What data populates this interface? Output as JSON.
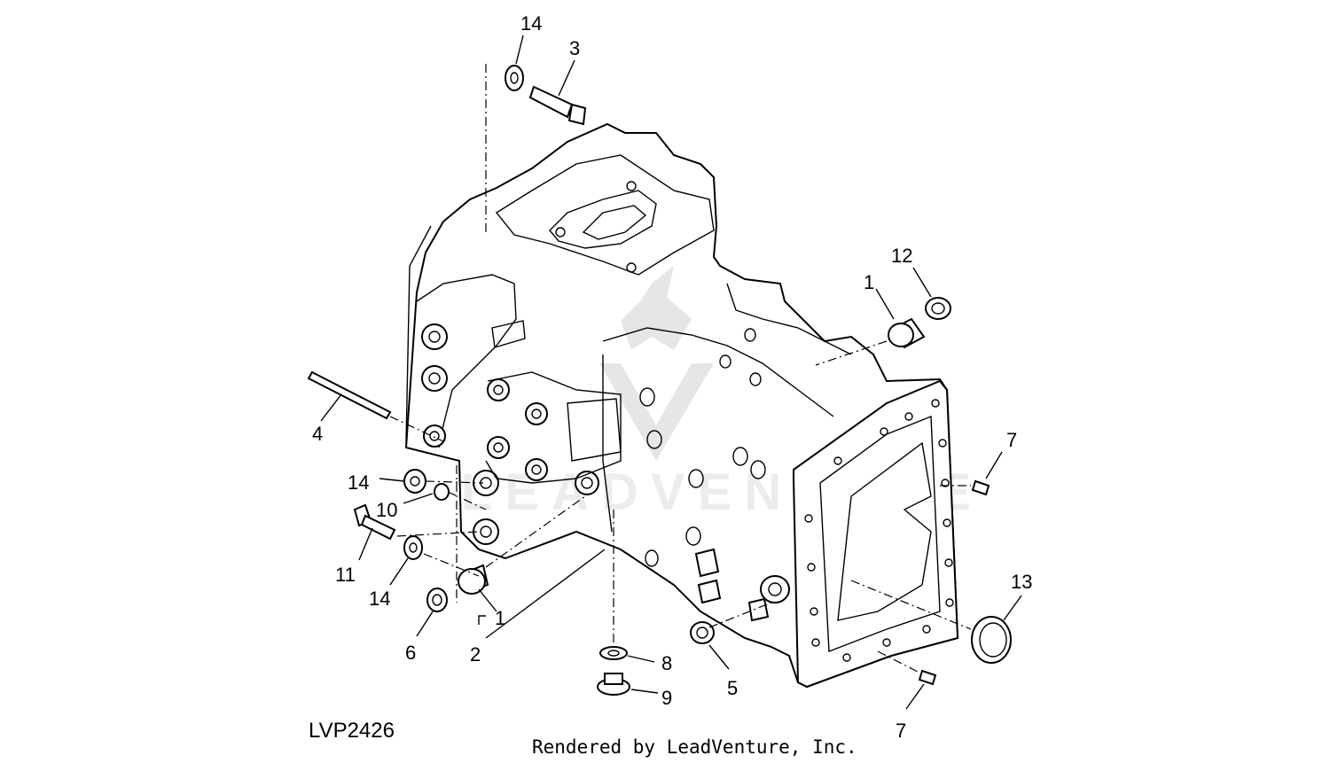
{
  "diagram": {
    "reference_code": "LVP2426",
    "credit": "Rendered by LeadVenture, Inc.",
    "watermark_text": "LEADVENTURE",
    "callouts": [
      {
        "id": "c14-top",
        "label": "14"
      },
      {
        "id": "c3",
        "label": "3"
      },
      {
        "id": "c12",
        "label": "12"
      },
      {
        "id": "c1-right",
        "label": "1"
      },
      {
        "id": "c4",
        "label": "4"
      },
      {
        "id": "c7-upper",
        "label": "7"
      },
      {
        "id": "c14-left",
        "label": "14"
      },
      {
        "id": "c10",
        "label": "10"
      },
      {
        "id": "c11",
        "label": "11"
      },
      {
        "id": "c14-lower",
        "label": "14"
      },
      {
        "id": "c6",
        "label": "6"
      },
      {
        "id": "c1-lower",
        "label": "1"
      },
      {
        "id": "c2",
        "label": "2"
      },
      {
        "id": "c8",
        "label": "8"
      },
      {
        "id": "c9",
        "label": "9"
      },
      {
        "id": "c5",
        "label": "5"
      },
      {
        "id": "c13",
        "label": "13"
      },
      {
        "id": "c7-lower",
        "label": "7"
      }
    ]
  }
}
